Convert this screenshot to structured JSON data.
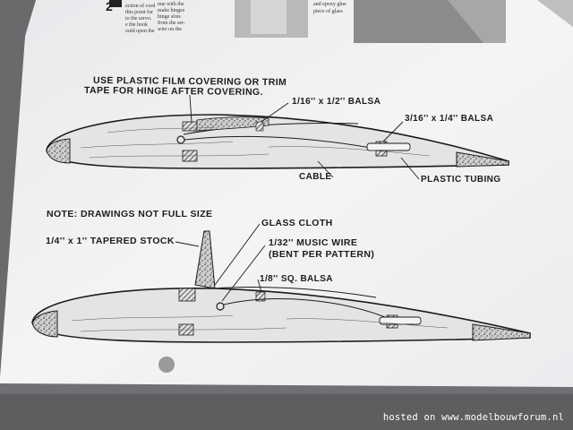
{
  "top_drawing": {
    "hinge_note_line1": "USE PLASTIC FILM COVERING OR TRIM",
    "hinge_note_line2": "TAPE FOR HINGE AFTER COVERING.",
    "spar_label": "1/16'' x 1/2'' BALSA",
    "rear_spar_label": "3/16'' x 1/4'' BALSA",
    "cable_label": "CABLE",
    "tubing_label": "PLASTIC TUBING"
  },
  "bottom_drawing": {
    "note": "NOTE: DRAWINGS NOT FULL SIZE",
    "glass_label": "GLASS CLOTH",
    "stock_label": "1/4'' x 1'' TAPERED STOCK",
    "wire_label_line1": "1/32'' MUSIC WIRE",
    "wire_label_line2": "(BENT PER PATTERN)",
    "sq_balsa_label": "1/8'' SQ. BALSA"
  },
  "top_margin_text": {
    "page_number_fragment": "2",
    "col1": [
      "nue with the",
      "make hinges",
      "hinge slots",
      "from the ser-",
      "wire on the",
      "ection of cord",
      "this point for",
      "to the servo.",
      "e the hook",
      "ould open the"
    ],
    "col2": [
      "and epoxy glue",
      "piece of glass"
    ]
  },
  "watermark": "hosted on www.modelbouwforum.nl",
  "colors": {
    "background": "#6f6f72",
    "paper": "#f1f1f3",
    "ink": "#1c1c1c",
    "watermark": "#ffffff"
  }
}
